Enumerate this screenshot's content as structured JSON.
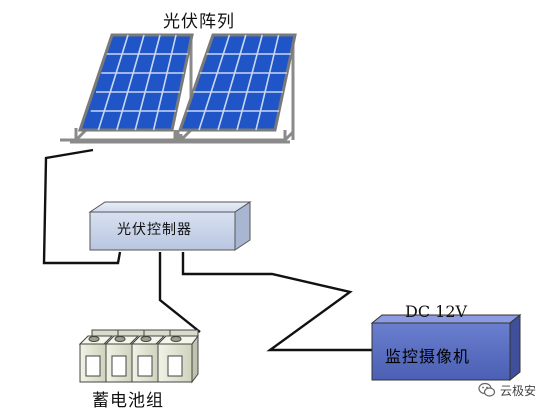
{
  "solar_array": {
    "label": "光伏阵列"
  },
  "controller": {
    "label": "光伏控制器"
  },
  "battery_bank": {
    "label": "蓄电池组"
  },
  "camera": {
    "label": "监控摄像机",
    "voltage_label": "DC 12V"
  },
  "watermark": {
    "text": "云极安",
    "icon": "wechat-icon"
  },
  "colors": {
    "panel_blue": "#1f55c6",
    "panel_grid": "#c9d8f2",
    "frame_gray": "#8a8a8a",
    "controller_fill": "#c8d2e6",
    "camera_fill": "#5a6fc0",
    "wire": "#111111",
    "battery_body": "#e3e6d4"
  }
}
